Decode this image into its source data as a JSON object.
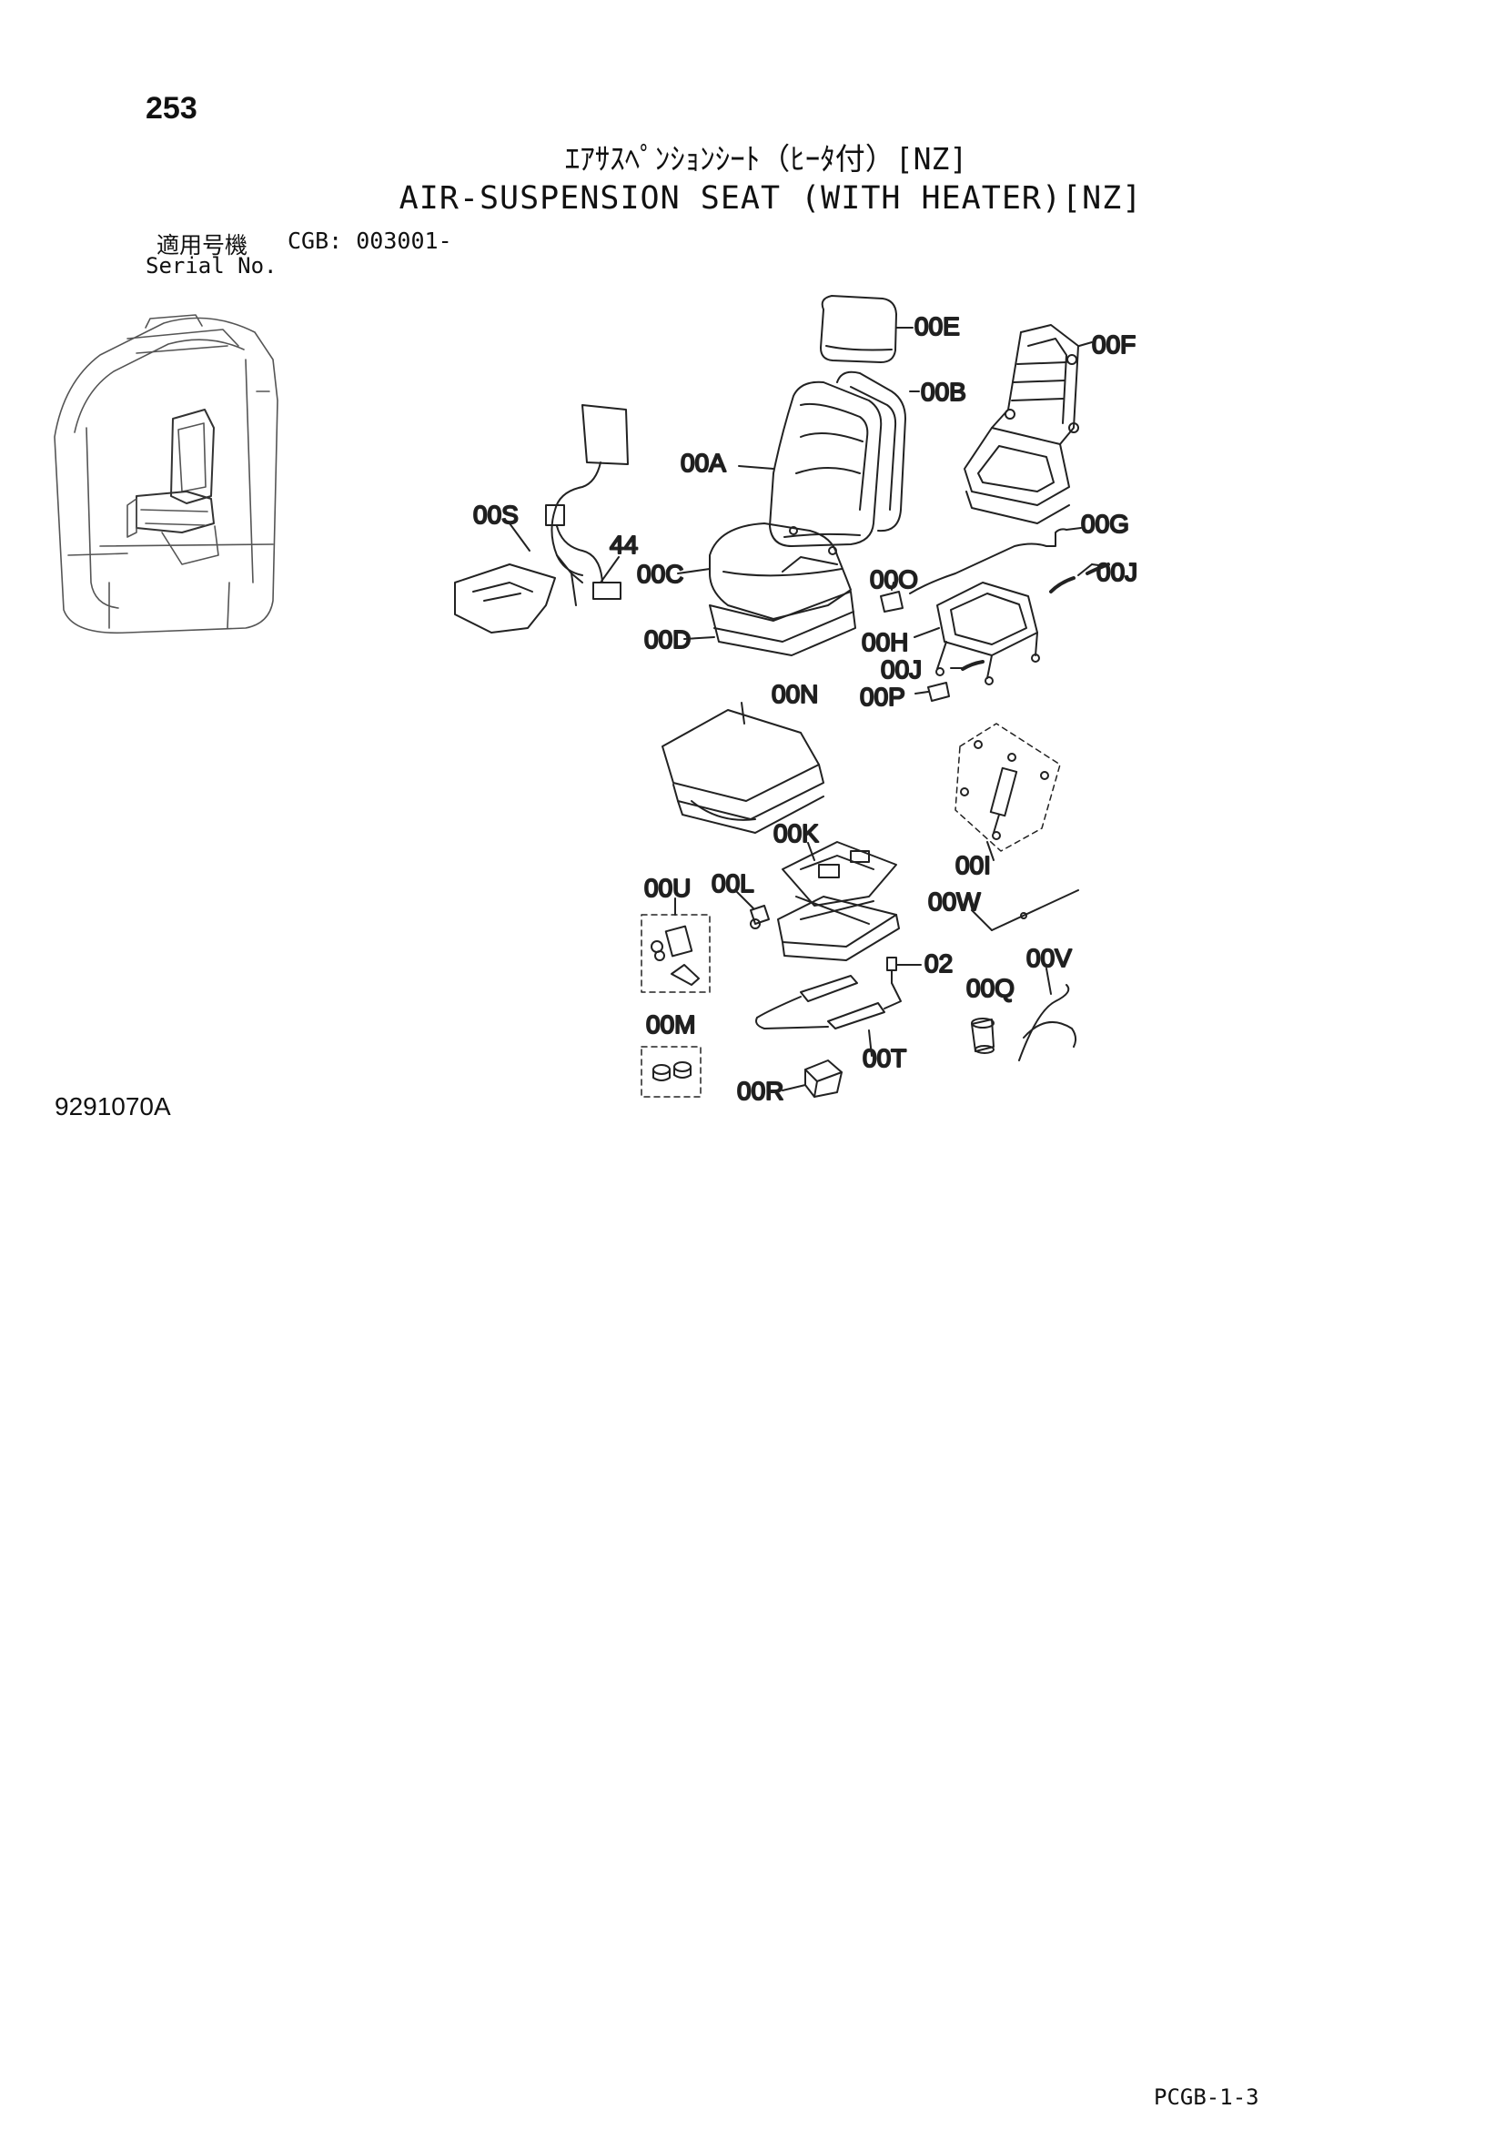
{
  "page_number": "253",
  "title_jp": "ｴｱｻｽﾍﾟﾝｼｮﾝｼｰﾄ（ﾋｰﾀ付）[NZ]",
  "title_en": "AIR-SUSPENSION SEAT (WITH HEATER)[NZ]",
  "serial": {
    "label_jp": "適用号機",
    "label_en": "Serial No.",
    "range": "CGB: 003001-"
  },
  "callouts": {
    "00E": "00E",
    "00F": "00F",
    "00B": "00B",
    "00A": "00A",
    "00S": "00S",
    "44": "44",
    "00C": "00C",
    "00O": "00O",
    "00G": "00G",
    "00J_a": "00J",
    "00H": "00H",
    "00D": "00D",
    "00J_b": "00J",
    "00N": "00N",
    "00P": "00P",
    "00K": "00K",
    "00I": "00I",
    "00U": "00U",
    "00L": "00L",
    "00W": "00W",
    "02": "02",
    "00V": "00V",
    "00Q": "00Q",
    "00M": "00M",
    "00T": "00T",
    "00R": "00R"
  },
  "illustration_id": "9291070A",
  "page_ref": "PCGB-1-3"
}
